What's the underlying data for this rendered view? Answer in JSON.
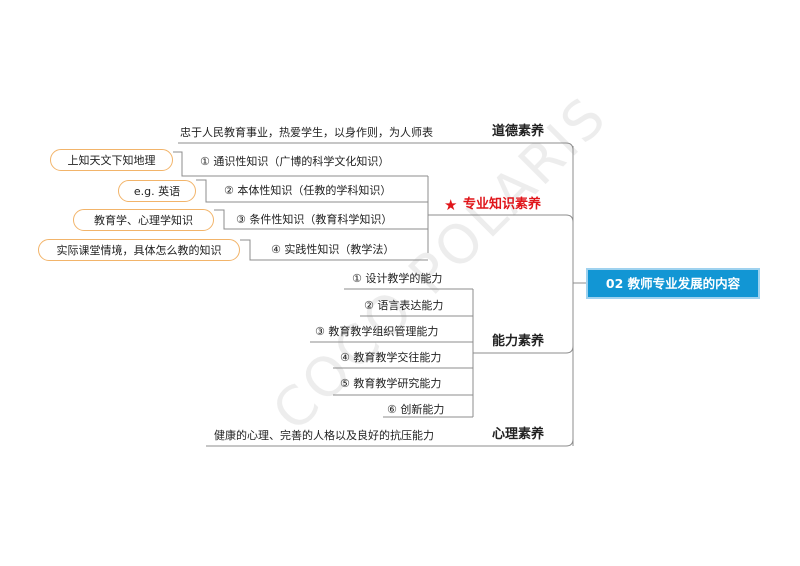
{
  "central": "02 教师专业发展的内容",
  "watermark": "COCO POLARIS",
  "branches": {
    "ethics": {
      "title": "道德素养",
      "items": [
        "忠于人民教育事业，热爱学生，以身作则，为人师表"
      ]
    },
    "knowledge": {
      "title": "专业知识素养",
      "star_icon": "star-icon",
      "items": [
        "① 通识性知识（广博的科学文化知识）",
        "② 本体性知识（任教的学科知识）",
        "③ 条件性知识（教育科学知识）",
        "④ 实践性知识（教学法）"
      ],
      "notes": [
        "上知天文下知地理",
        "e.g. 英语",
        "教育学、心理学知识",
        "实际课堂情境，具体怎么教的知识"
      ]
    },
    "ability": {
      "title": "能力素养",
      "items": [
        "① 设计教学的能力",
        "② 语言表达能力",
        "③ 教育教学组织管理能力",
        "④ 教育教学交往能力",
        "⑤ 教育教学研究能力",
        "⑥ 创新能力"
      ]
    },
    "psychology": {
      "title": "心理素养",
      "items": [
        "健康的心理、完善的人格以及良好的抗压能力"
      ]
    }
  },
  "colors": {
    "central_fill": "#1296d4",
    "central_border": "#9fd2ef",
    "accent_red": "#e0151a",
    "note_border": "#f2b46a",
    "line": "#8c8c8c"
  }
}
